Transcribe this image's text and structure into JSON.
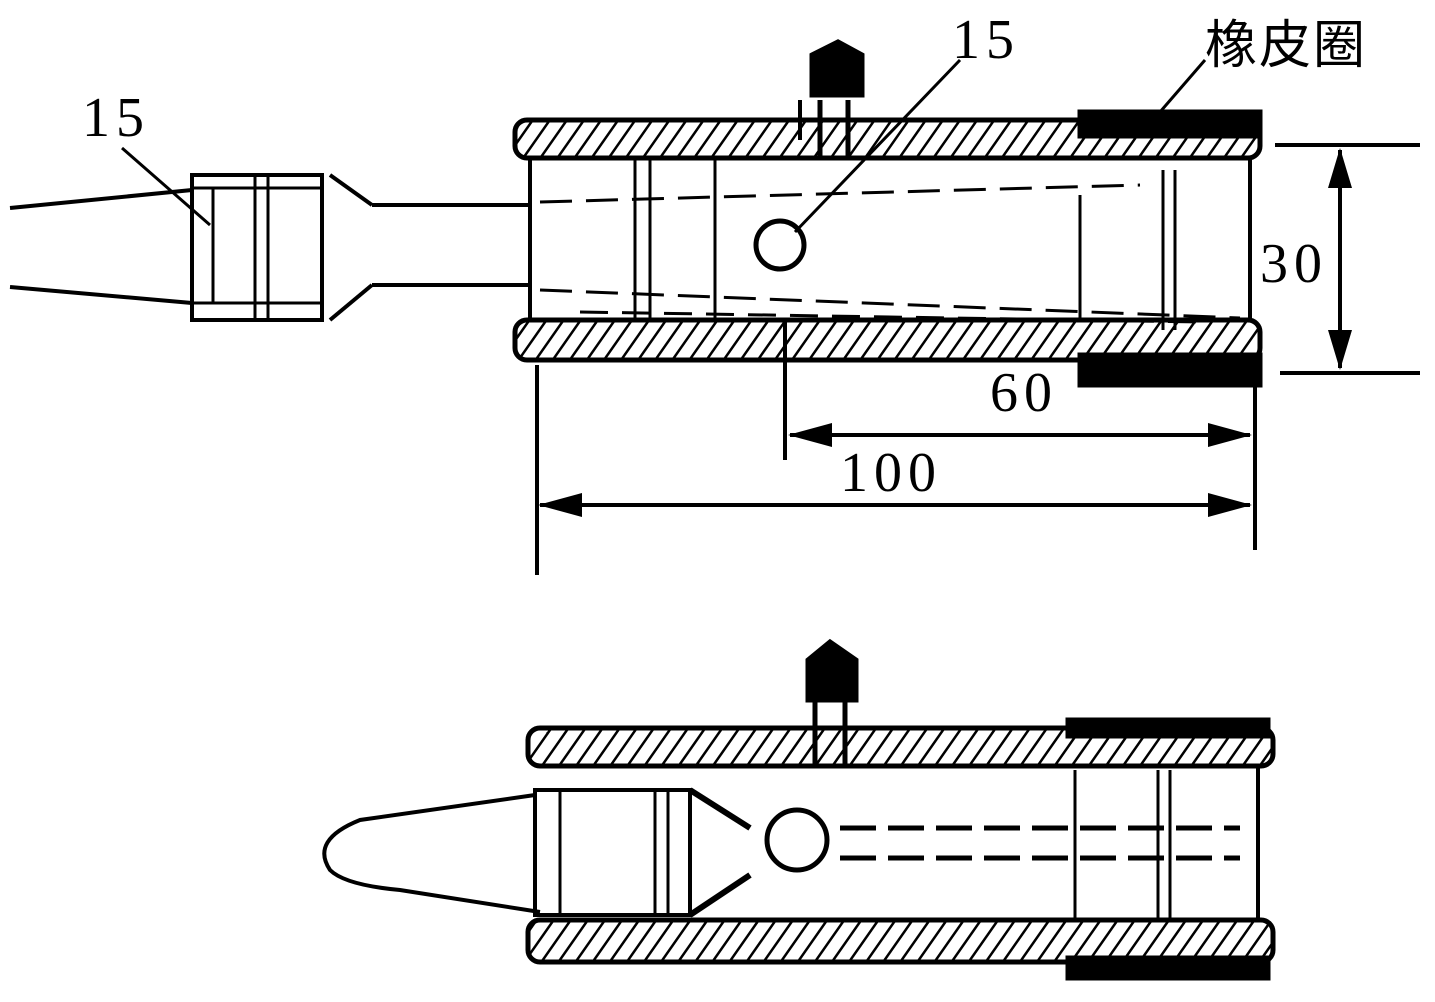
{
  "labels": {
    "part_number_left": "15",
    "part_number_top": "15",
    "rubber_ring": "橡皮圈",
    "dim_diameter": "30",
    "dim_ring_length": "60",
    "dim_total_length": "100"
  },
  "colors": {
    "ink": "#000000",
    "paper": "#ffffff"
  }
}
